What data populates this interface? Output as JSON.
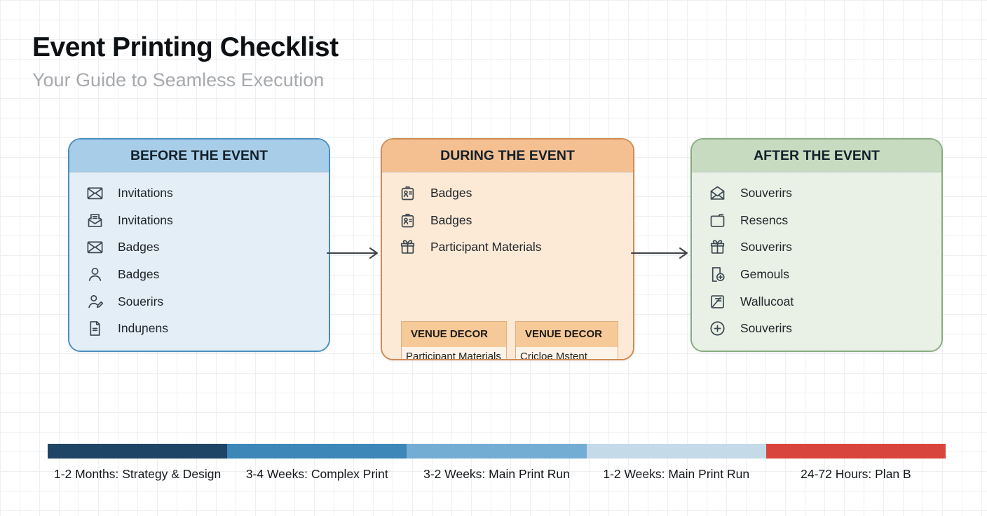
{
  "header": {
    "title": "Event Printing Checklist",
    "subtitle": "Your Guide to Seamless Execution"
  },
  "panels": [
    {
      "title": "BEFORE THE EVENT",
      "colors": {
        "header_bg": "#a8cde8",
        "body_bg": "#e4eef7",
        "border": "#4b8fc0"
      },
      "items": [
        {
          "icon": "mail-icon",
          "label": "Invitations"
        },
        {
          "icon": "mail-open-letter-icon",
          "label": "Invitations"
        },
        {
          "icon": "mail-icon",
          "label": "Badges"
        },
        {
          "icon": "user-icon",
          "label": "Badges"
        },
        {
          "icon": "user-edit-icon",
          "label": "Souerirs"
        },
        {
          "icon": "document-icon",
          "label": "Induɲens"
        }
      ]
    },
    {
      "title": "DURING THE EVENT",
      "colors": {
        "header_bg": "#f4c092",
        "body_bg": "#fce9d6",
        "border": "#cf8c55",
        "sub_header_bg": "#f6c999",
        "sub_body_bg": "#fdf4e9"
      },
      "items": [
        {
          "icon": "id-badge-icon",
          "label": "Badges"
        },
        {
          "icon": "id-badge-icon",
          "label": "Badges"
        },
        {
          "icon": "gift-icon",
          "label": "Participant Materials"
        }
      ],
      "sub_boxes": [
        {
          "title": "VENUE DECOR",
          "body": "Participant Materials Materials"
        },
        {
          "title": "VENUE DECOR",
          "body": "Cricloe Mstent"
        }
      ]
    },
    {
      "title": "AFTER THE EVENT",
      "colors": {
        "header_bg": "#c6dbc0",
        "body_bg": "#e9f1e6",
        "border": "#8aab80"
      },
      "items": [
        {
          "icon": "mail-open-icon",
          "label": "Souverirs"
        },
        {
          "icon": "folder-icon",
          "label": "Resencs"
        },
        {
          "icon": "gift-icon",
          "label": "Souverirs"
        },
        {
          "icon": "file-plus-icon",
          "label": "Gemouls"
        },
        {
          "icon": "note-edit-icon",
          "label": "Wallucoat"
        },
        {
          "icon": "circle-plus-icon",
          "label": "Souverirs"
        }
      ]
    }
  ],
  "timeline": {
    "segments": [
      {
        "label": "1-2 Months: Strategy & Design",
        "color": "#1e4466"
      },
      {
        "label": "3-4 Weeks: Complex Print",
        "color": "#3c87b8"
      },
      {
        "label": "3-2 Weeks: Main Print Run",
        "color": "#74add4"
      },
      {
        "label": "1-2 Weeks: Main Print Run",
        "color": "#c5dae9"
      },
      {
        "label": "24-72 Hours: Plan B",
        "color": "#d8453c"
      }
    ]
  }
}
